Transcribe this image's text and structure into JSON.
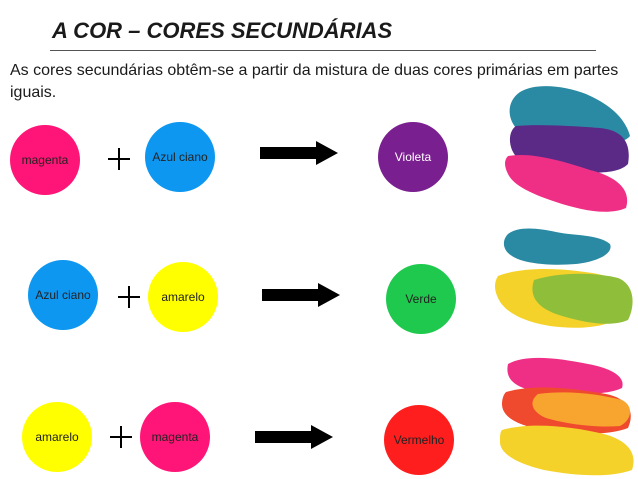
{
  "title": "A COR – CORES SECUNDÁRIAS",
  "intro": "As cores secundárias obtêm-se a partir da mistura  de duas cores primárias em partes iguais.",
  "rows": [
    {
      "a": {
        "label": "magenta",
        "color": "#ff1577"
      },
      "b": {
        "label": "Azul ciano",
        "color": "#0d97f0"
      },
      "result": {
        "label": "Violeta",
        "color": "#7a1f8f"
      }
    },
    {
      "a": {
        "label": "Azul ciano",
        "color": "#0d97f0"
      },
      "b": {
        "label": "amarelo",
        "color": "#ffff00"
      },
      "result": {
        "label": "Verde",
        "color": "#1fc94e"
      }
    },
    {
      "a": {
        "label": "amarelo",
        "color": "#ffff00"
      },
      "b": {
        "label": "magenta",
        "color": "#ff1577"
      },
      "result": {
        "label": "Vermelho",
        "color": "#ff1e1e"
      }
    }
  ],
  "colors": {
    "cyan_paint": "#2b8aa3",
    "purple_paint": "#5b2a86",
    "magenta_paint": "#ef2f86",
    "yellow_paint": "#f4d22a",
    "green_paint": "#8fbe3a",
    "red_paint": "#f04a2e",
    "orange_paint": "#f7a52f"
  }
}
